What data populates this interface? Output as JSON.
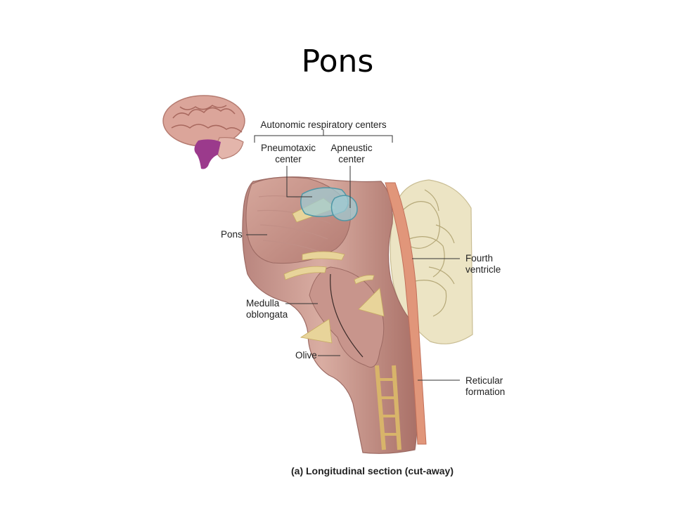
{
  "slide": {
    "title": "Pons"
  },
  "figure": {
    "header": "Autonomic respiratory centers",
    "pneumotaxic": "Pneumotaxic center",
    "apneustic": "Apneustic center",
    "pons": "Pons",
    "fourth_ventricle": "Fourth ventricle",
    "medulla": "Medulla oblongata",
    "olive": "Olive",
    "reticular": "Reticular formation",
    "caption": "(a) Longitudinal section (cut-away)"
  }
}
